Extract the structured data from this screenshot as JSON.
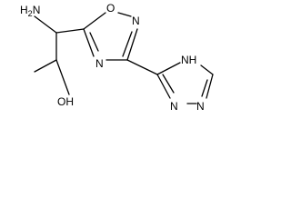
{
  "molecule": {
    "labels": {
      "amine": "NH2",
      "amine_main": "H",
      "amine_n": "N",
      "amine_sub": "2",
      "hydroxyl": "OH",
      "ring_oxygen": "O",
      "ring_n_top": "N",
      "ring_n_bottom": "N",
      "triazole_nh": "NH",
      "triazole_nh_n": "N",
      "triazole_nh_h": "H",
      "triazole_n_bottom_left": "N",
      "triazole_n_bottom_right": "N"
    }
  }
}
